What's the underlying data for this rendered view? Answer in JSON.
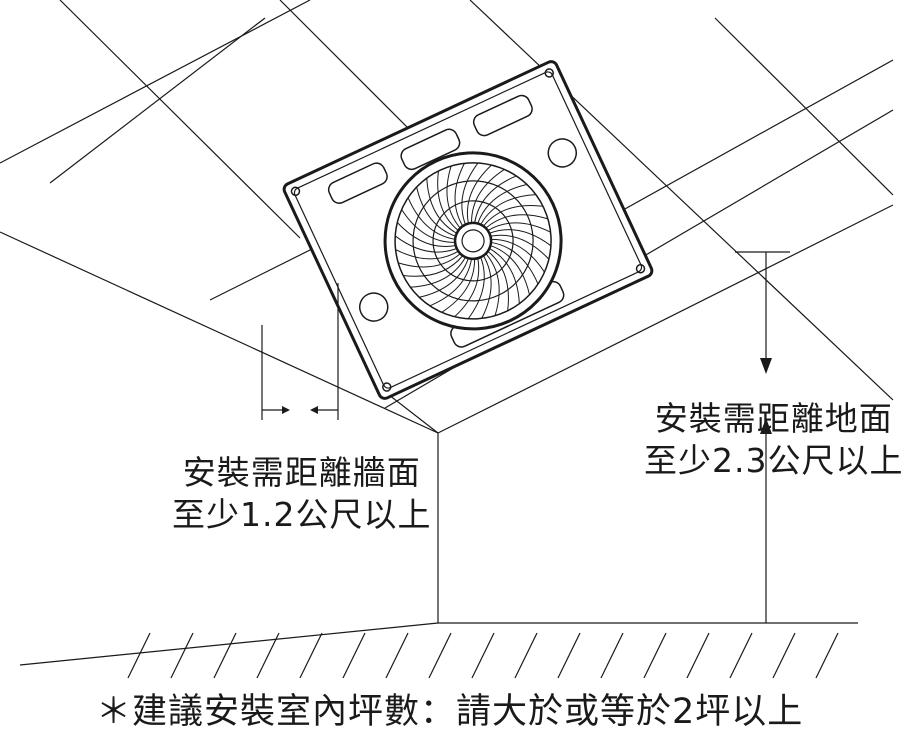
{
  "labels": {
    "wall_line1": "安裝需距離牆面",
    "wall_line2": "至少1.2公尺以上",
    "floor_line1": "安裝需距離地面",
    "floor_line2": "至少2.3公尺以上"
  },
  "footnote": "＊建議安裝室內坪數：請大於或等於2坪以上",
  "colors": {
    "line": "#1a1a1a",
    "background": "#ffffff"
  },
  "icons": [
    "ceiling-fan-icon",
    "arrow-down-icon",
    "arrow-up-icon",
    "arrow-right-icon",
    "arrow-left-icon"
  ]
}
